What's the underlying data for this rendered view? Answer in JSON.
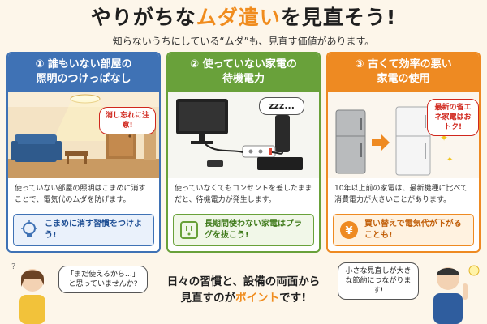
{
  "header": {
    "title_pre": "やりがちな",
    "title_highlight": "ムダ遣い",
    "title_post": "を見直そう!",
    "subtitle": "知らないうちにしている“ムダ”も、見直す価値があります。"
  },
  "cards": [
    {
      "heading_line1": "① 誰もいない部屋の",
      "heading_line2": "照明のつけっぱなし",
      "bubble": "消し忘れに注意!",
      "desc": "使っていない部屋の照明はこまめに消すことで、電気代のムダを防げます。",
      "tip": "こまめに消す習慣をつけよう!"
    },
    {
      "heading_line1": "② 使っていない家電の",
      "heading_line2": "待機電力",
      "bubble": "zzz...",
      "desc": "使っていなくてもコンセントを差したままだと、待機電力が発生します。",
      "tip": "長期間使わない家電はプラグを抜こう!"
    },
    {
      "heading_line1": "③ 古くて効率の悪い",
      "heading_line2": "家電の使用",
      "bubble": "最新の省エネ家電はおトク!",
      "desc": "10年以上前の家電は、最新機種に比べて消費電力が大きいことがあります。",
      "tip": "買い替えで電気代が下がることも!"
    }
  ],
  "bottom": {
    "left_bubble": "「まだ使えるから…」と思っていませんか?",
    "msg_line1": "日々の習慣と、設備の両面から",
    "msg_line2_pre": "見直すのが",
    "msg_line2_highlight": "ポイント",
    "msg_line2_post": "です!",
    "right_bubble": "小さな見直しが大きな節約につながります!"
  },
  "colors": {
    "blue": "#3f72b5",
    "green": "#69a13a",
    "orange": "#ee8a22",
    "background": "#fdf6ea"
  }
}
